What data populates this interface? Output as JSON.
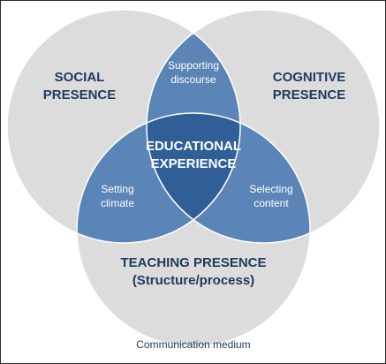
{
  "diagram": {
    "circles": {
      "social": {
        "line1": "SOCIAL",
        "line2": "PRESENCE"
      },
      "cognitive": {
        "line1": "COGNITIVE",
        "line2": "PRESENCE"
      },
      "teaching": {
        "line1": "TEACHING PRESENCE",
        "line2": "(Structure/process)"
      }
    },
    "overlaps": {
      "social_cognitive": {
        "line1": "Supporting",
        "line2": "discourse"
      },
      "social_teaching": {
        "line1": "Setting",
        "line2": "climate"
      },
      "cognitive_teaching": {
        "line1": "Selecting",
        "line2": "content"
      },
      "center": {
        "line1": "EDUCATIONAL",
        "line2": "EXPERIENCE"
      }
    },
    "footer": "Communication medium",
    "colors": {
      "circle": "#dcdcdc",
      "pair_overlap": "#5b84b7",
      "center": "#2f5f96",
      "text_dark": "#1f3a5f",
      "text_light": "#ffffff"
    }
  }
}
